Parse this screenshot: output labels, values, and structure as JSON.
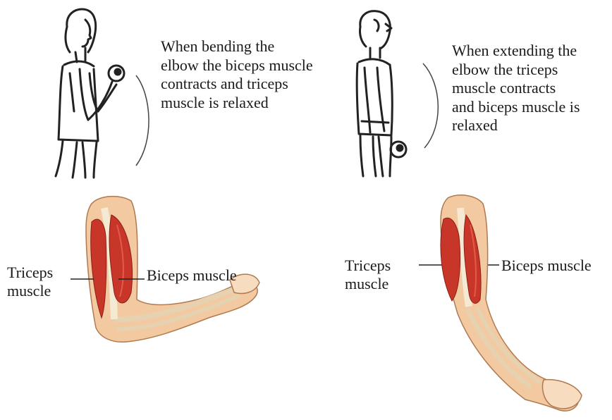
{
  "panels": [
    {
      "id": "bending",
      "caption": "When bending the\nelbow the biceps muscle\ncontracts and triceps\nmuscle is relaxed",
      "triceps_label": "Triceps\nmuscle",
      "biceps_label": "Biceps muscle"
    },
    {
      "id": "extending",
      "caption": "When extending the\nelbow the triceps\nmuscle contracts\nand biceps muscle is\nrelaxed",
      "triceps_label": "Triceps\nmuscle",
      "biceps_label": "Biceps muscle"
    }
  ],
  "colors": {
    "skin": "#f2c9a0",
    "skin_light": "#f8dcc0",
    "skin_dark": "#d9a57a",
    "muscle": "#c8362a",
    "muscle_dark": "#8e1e16",
    "bone": "#f4e9d2",
    "line": "#222222"
  }
}
